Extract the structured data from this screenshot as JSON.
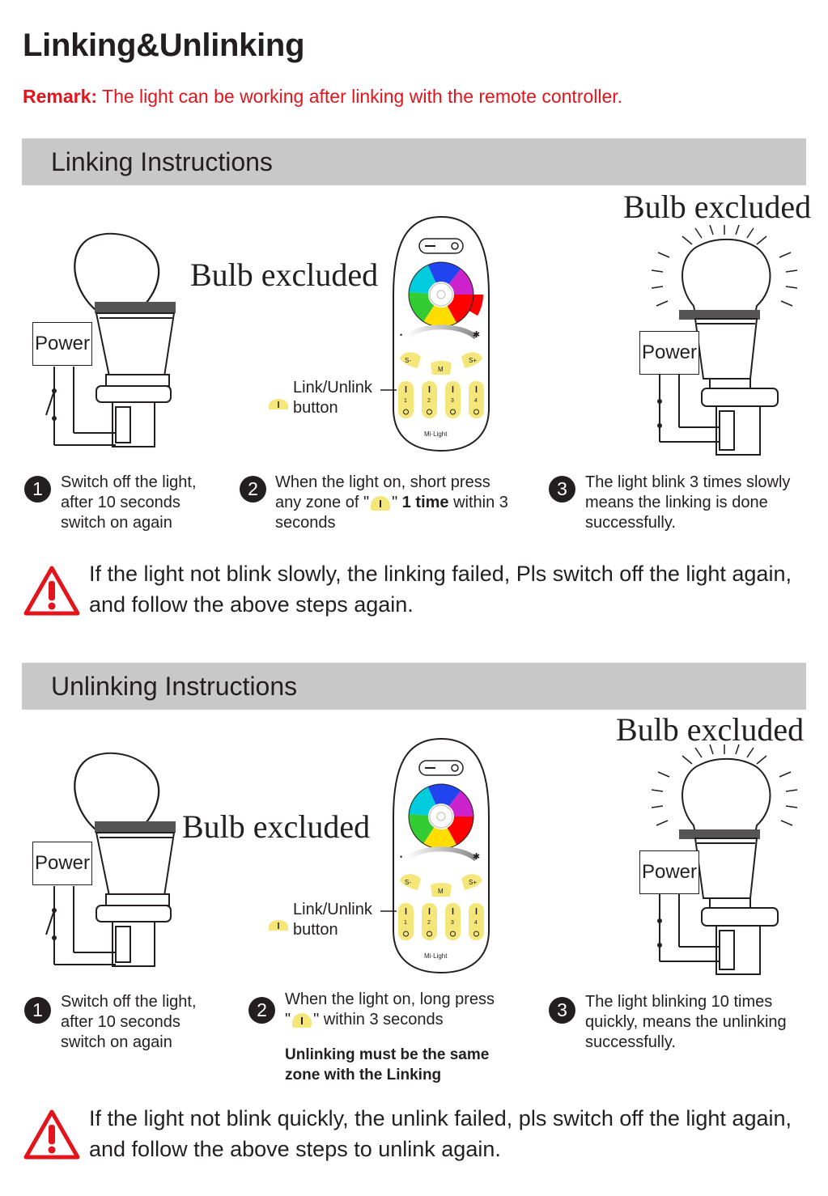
{
  "title": "Linking&Unlinking",
  "remark": {
    "label": "Remark:",
    "text": " The light can be working after linking with the remote controller."
  },
  "linking": {
    "header": "Linking Instructions",
    "bulb_excluded_left": "Bulb excluded",
    "bulb_excluded_right": "Bulb excluded",
    "power_left": "Power",
    "power_right": "Power",
    "link_label_1": "Link/Unlink",
    "link_label_2": "button",
    "steps": [
      {
        "num": "1",
        "lines": [
          "Switch off the light,",
          "after 10 seconds",
          "switch on again"
        ]
      },
      {
        "num": "2",
        "line1": "When the light on, short press",
        "line2_a": "any zone of \"",
        "line2_b": "\" ",
        "line2_bold": "1 time",
        "line2_c": " within 3",
        "line3": "seconds"
      },
      {
        "num": "3",
        "lines": [
          "The light blink 3 times slowly",
          "means the linking is done",
          "successfully."
        ]
      }
    ],
    "warning": "If the light not blink slowly, the linking failed, Pls switch off the light again, and follow the above steps again."
  },
  "unlinking": {
    "header": "Unlinking Instructions",
    "bulb_excluded_left": "Bulb excluded",
    "bulb_excluded_right": "Bulb excluded",
    "power_left": "Power",
    "power_right": "Power",
    "link_label_1": "Link/Unlink",
    "link_label_2": "button",
    "steps": [
      {
        "num": "1",
        "lines": [
          "Switch off the light,",
          "after 10 seconds",
          "switch on again"
        ]
      },
      {
        "num": "2",
        "line1": "When the light on, long press",
        "line2_a": "\"",
        "line2_c": "\" within 3 seconds",
        "note1": "Unlinking must be the same",
        "note2": "zone with the Linking"
      },
      {
        "num": "3",
        "lines": [
          "The light blinking 10 times",
          "quickly, means the unlinking",
          "successfully."
        ]
      }
    ],
    "warning": "If the light not blink quickly, the unlink failed, pls switch off the light again, and follow the above steps to unlink again."
  },
  "remote": {
    "brand": "Mi·Light",
    "btn_sminus": "S-",
    "btn_m": "M",
    "btn_splus": "S+",
    "zones": [
      "1",
      "2",
      "3",
      "4"
    ]
  },
  "colors": {
    "red": "#e3141b",
    "yellow": "#f5e67a",
    "bar": "#c8c8c8",
    "text": "#231f20"
  },
  "icons": [
    "light-bulb-icon",
    "remote-control-icon",
    "warning-triangle-icon",
    "zone-button-icon"
  ]
}
